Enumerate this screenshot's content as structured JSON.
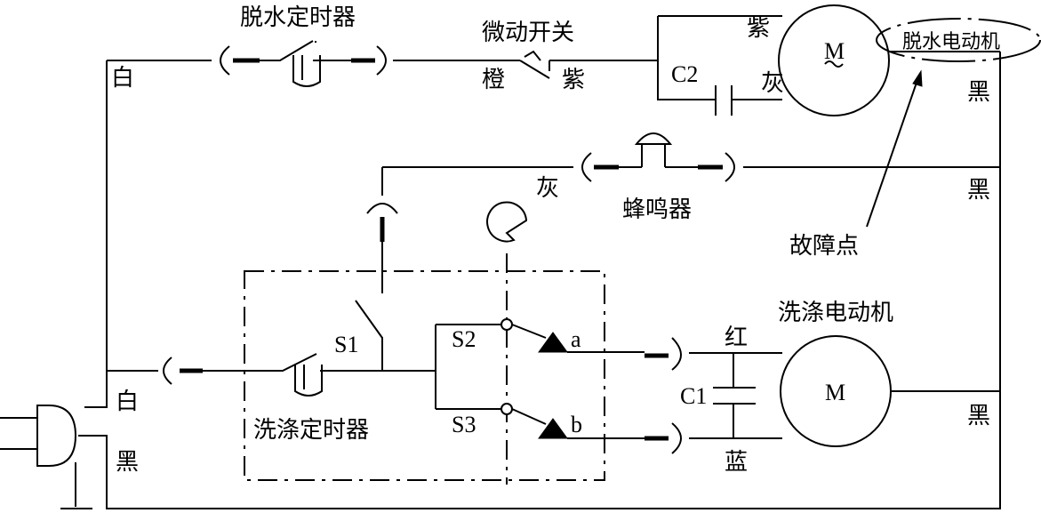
{
  "labels": {
    "spin_timer": "脱水定时器",
    "micro_switch": "微动开关",
    "orange": "橙",
    "purple_switch": "紫",
    "purple_motor": "紫",
    "gray_cap": "灰",
    "c2": "C2",
    "m_spin": "M",
    "spin_motor": "脱水电动机",
    "white_top": "白",
    "black_1": "黑",
    "black_2": "黑",
    "black_3": "黑",
    "gray_buzzer": "灰",
    "buzzer": "蜂鸣器",
    "fault_point": "故障点",
    "wash_motor": "洗涤电动机",
    "red": "红",
    "blue": "蓝",
    "c1": "C1",
    "m_wash": "M",
    "s1": "S1",
    "s2": "S2",
    "s3": "S3",
    "a": "a",
    "b": "b",
    "wash_timer": "洗涤定时器",
    "white_mid": "白",
    "black_plug": "黑"
  }
}
